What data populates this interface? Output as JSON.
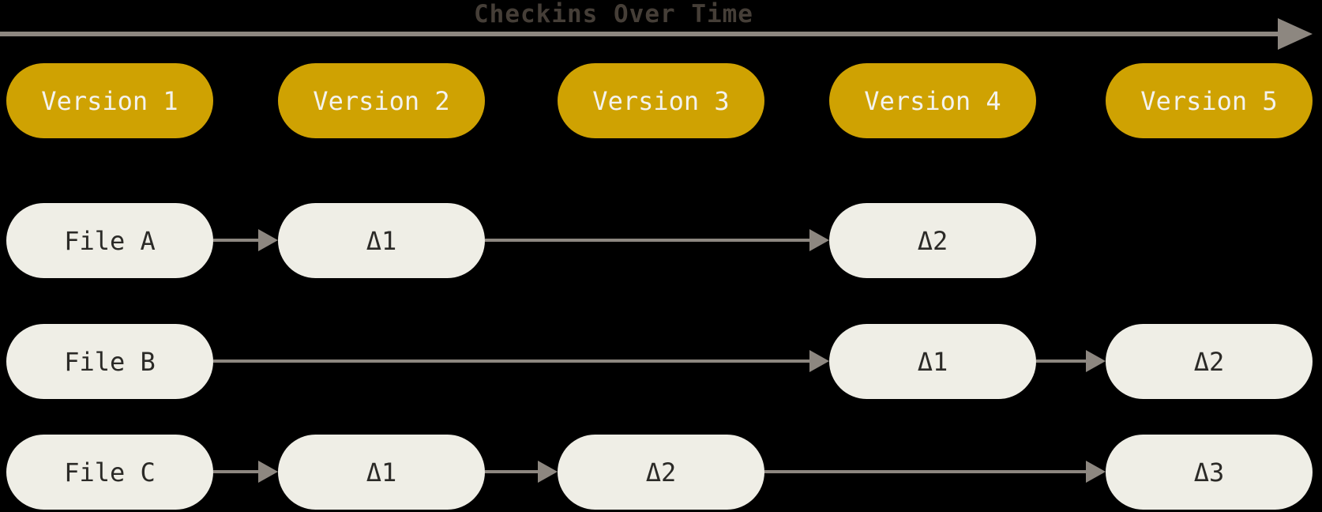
{
  "title": "Checkins Over Time",
  "colors": {
    "background": "#000000",
    "gold": "#CFA202",
    "cream": "#EFEEE6",
    "line": "#8D8780",
    "title_text": "#453E37",
    "node_text": "#2B2A27",
    "version_text": "#F4F3EE"
  },
  "versions": [
    {
      "label": "Version 1"
    },
    {
      "label": "Version 2"
    },
    {
      "label": "Version 3"
    },
    {
      "label": "Version 4"
    },
    {
      "label": "Version 5"
    }
  ],
  "files": [
    {
      "name": "File A",
      "deltas": [
        {
          "label": "Δ1",
          "column": 2
        },
        {
          "label": "Δ2",
          "column": 4
        }
      ]
    },
    {
      "name": "File B",
      "deltas": [
        {
          "label": "Δ1",
          "column": 4
        },
        {
          "label": "Δ2",
          "column": 5
        }
      ]
    },
    {
      "name": "File C",
      "deltas": [
        {
          "label": "Δ1",
          "column": 2
        },
        {
          "label": "Δ2",
          "column": 3
        },
        {
          "label": "Δ3",
          "column": 5
        }
      ]
    }
  ]
}
